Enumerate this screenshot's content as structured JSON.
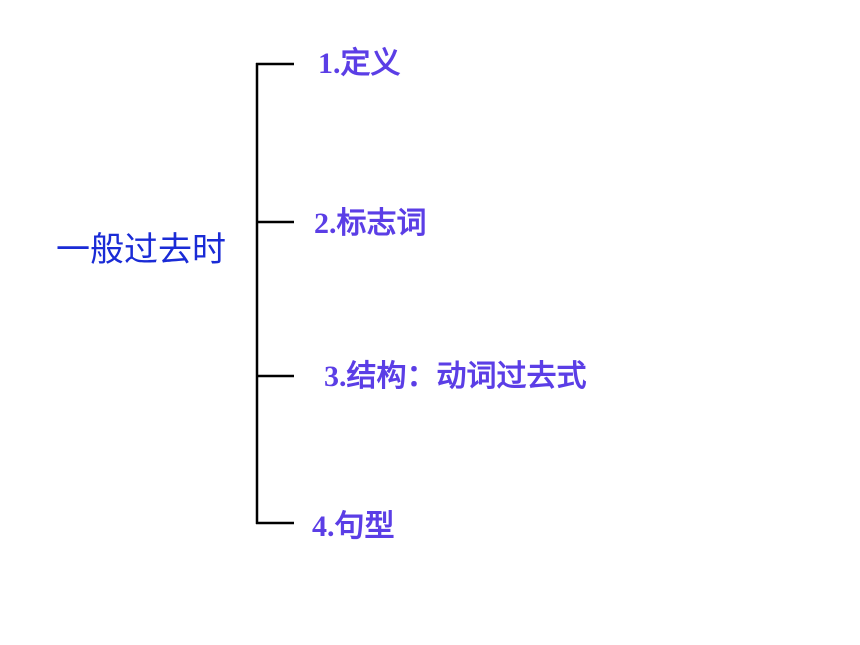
{
  "diagram": {
    "root_label": "一般过去时",
    "line_color": "#000000",
    "root_color": "#1a2bd6",
    "item_color": "#5b3ee6",
    "items": [
      {
        "number": "1.",
        "text": "定义"
      },
      {
        "number": "2.",
        "text": "标志词"
      },
      {
        "number": "3.",
        "text": "结构：动词过去式"
      },
      {
        "number": "4.",
        "text": "句型"
      }
    ]
  }
}
